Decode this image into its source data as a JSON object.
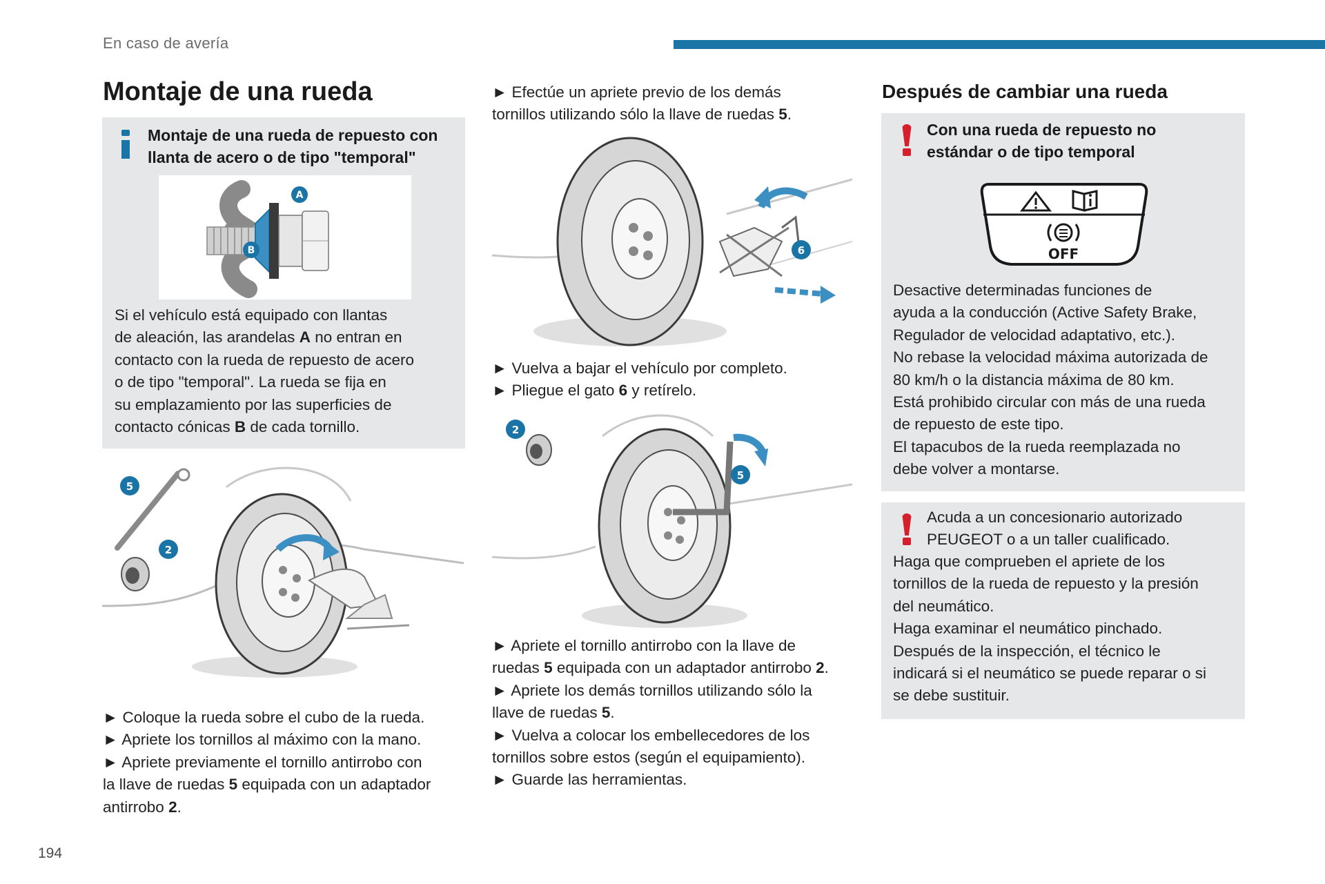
{
  "header": {
    "section_label": "En caso de avería",
    "accent_color": "#1a74a6"
  },
  "page_number": "194",
  "col1": {
    "title": "Montaje de una rueda",
    "info_box": {
      "icon": "info-icon",
      "title_line1": "Montaje de una rueda de repuesto con",
      "title_line2": "llanta de acero o de tipo \"temporal\"",
      "figure_labels": [
        "A",
        "B"
      ],
      "paragraph": [
        {
          "t": "Si el vehículo está equipado con llantas\nde aleación, las arandelas "
        },
        {
          "t": "A",
          "b": true
        },
        {
          "t": " no entran en\ncontacto con la rueda de repuesto de acero\no de tipo \"temporal\". La rueda se fija en\nsu emplazamiento por las superficies de\ncontacto cónicas "
        },
        {
          "t": "B",
          "b": true
        },
        {
          "t": " de cada tornillo."
        }
      ]
    },
    "figure2_labels": [
      "5",
      "2"
    ],
    "steps": [
      {
        "t": "► Coloque la rueda sobre el cubo de la rueda.\n► Apriete los tornillos al máximo con la mano.\n► Apriete previamente el tornillo antirrobo con\nla llave de ruedas "
      },
      {
        "t": "5",
        "b": true
      },
      {
        "t": " equipada con un adaptador\nantirrobo "
      },
      {
        "t": "2",
        "b": true
      },
      {
        "t": "."
      }
    ]
  },
  "col2": {
    "step_top": [
      {
        "t": "► Efectúe un apriete previo de los demás\ntornillos utilizando sólo la llave de ruedas "
      },
      {
        "t": "5",
        "b": true
      },
      {
        "t": "."
      }
    ],
    "figure1_label": "6",
    "step_mid": [
      {
        "t": "► Vuelva a bajar el vehículo por completo.\n► Pliegue el gato "
      },
      {
        "t": "6",
        "b": true
      },
      {
        "t": " y retírelo."
      }
    ],
    "figure2_labels": [
      "2",
      "5"
    ],
    "step_bottom": [
      {
        "t": "► Apriete el tornillo antirrobo con la llave de\nruedas "
      },
      {
        "t": "5",
        "b": true
      },
      {
        "t": " equipada con un adaptador antirrobo "
      },
      {
        "t": "2",
        "b": true
      },
      {
        "t": ".\n► Apriete los demás tornillos utilizando sólo la\nllave de ruedas "
      },
      {
        "t": "5",
        "b": true
      },
      {
        "t": ".\n► Vuelva a colocar los embellecedores de los\ntornillos sobre estos (según el equipamiento).\n► Guarde las herramientas."
      }
    ]
  },
  "col3": {
    "title": "Después de cambiar una rueda",
    "warning_box1": {
      "icon": "warning-exclamation-icon",
      "title_line1": "Con una rueda de repuesto no",
      "title_line2": "estándar o de tipo temporal",
      "panel_off_label": "OFF",
      "paragraph": [
        {
          "t": "Desactive determinadas funciones de\nayuda a la conducción (Active Safety Brake,\nRegulador de velocidad adaptativo, etc.).\nNo rebase la velocidad máxima autorizada de\n80 km/h o la distancia máxima de 80 km.\nEstá prohibido circular con más de una rueda\nde repuesto de este tipo.\nEl tapacubos de la rueda reemplazada no\ndebe volver a montarse."
        }
      ]
    },
    "warning_box2": {
      "icon": "warning-exclamation-icon",
      "intro_line1": "Acuda a un concesionario autorizado",
      "intro_line2": "PEUGEOT o a un taller cualificado.",
      "paragraph": [
        {
          "t": "Haga que comprueben el apriete de los\ntornillos de la rueda de repuesto y la presión\ndel neumático.\nHaga examinar el neumático pinchado.\nDespués de la inspección, el técnico le\nindicará si el neumático se puede reparar o si\nse debe sustituir."
        }
      ]
    }
  }
}
